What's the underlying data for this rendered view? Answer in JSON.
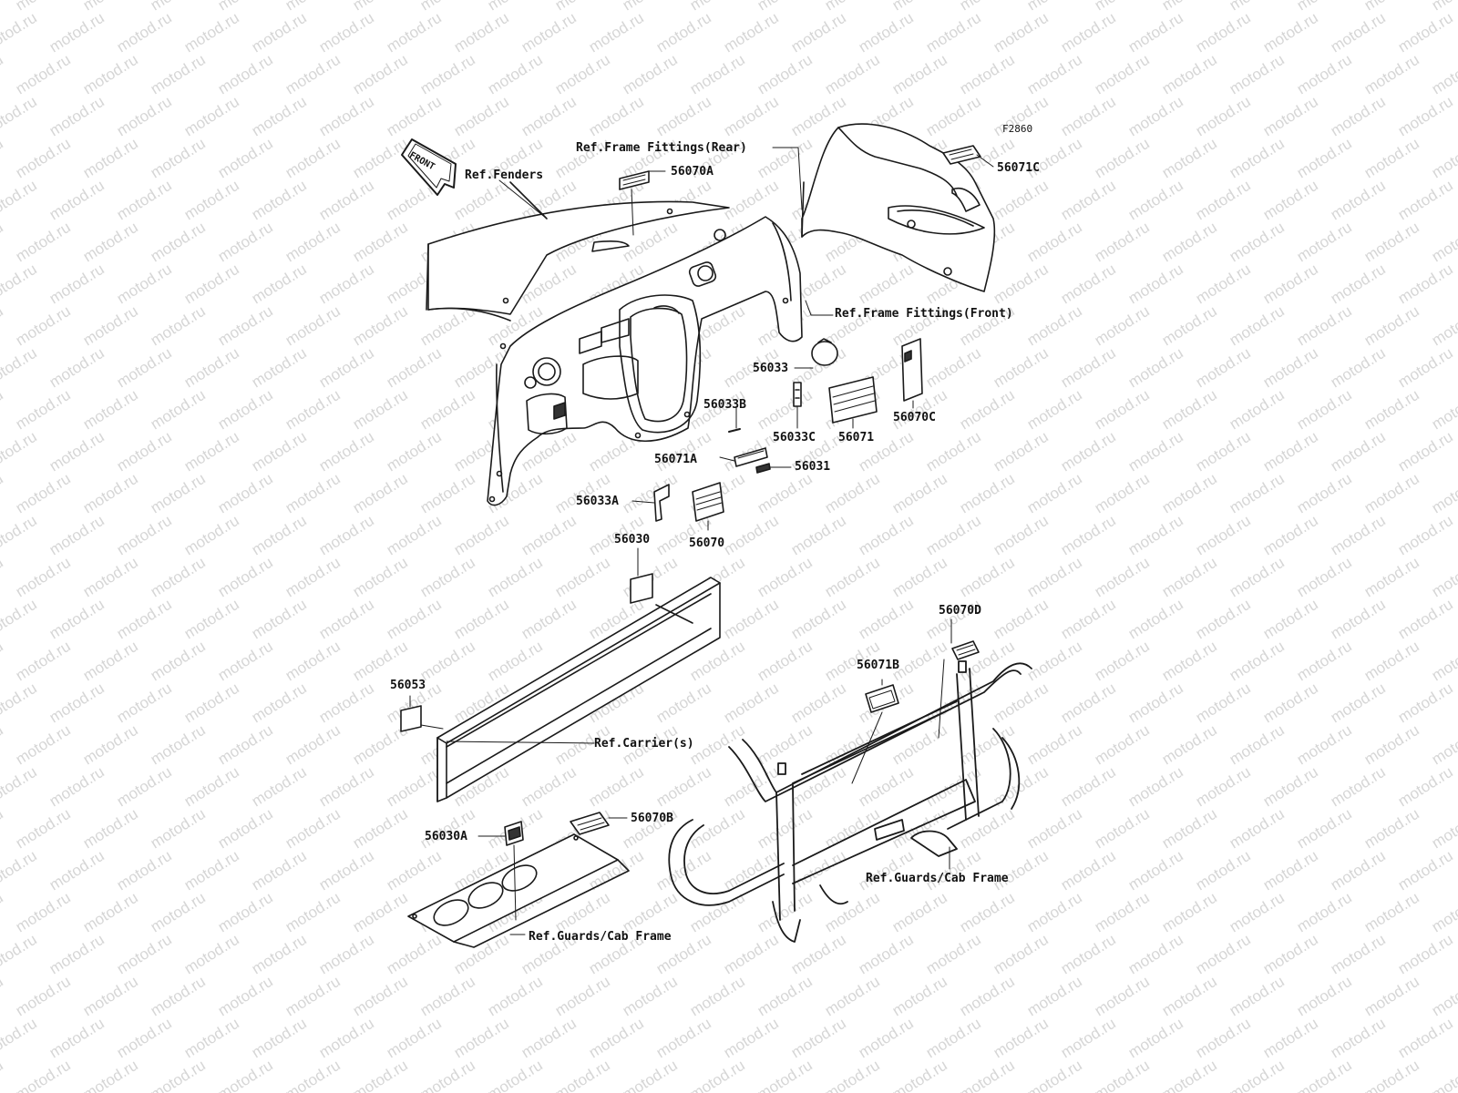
{
  "diagram_code": "F2860",
  "watermark": "motod.ru",
  "front_arrow": "FRONT",
  "labels": {
    "ref_fenders": "Ref.Fenders",
    "ref_frame_fittings_rear": "Ref.Frame Fittings(Rear)",
    "ref_frame_fittings_front": "Ref.Frame Fittings(Front)",
    "ref_carriers": "Ref.Carrier(s)",
    "ref_guards_cab_frame_right": "Ref.Guards/Cab Frame",
    "ref_guards_cab_frame_bottom": "Ref.Guards/Cab Frame"
  },
  "parts": {
    "p56070A": "56070A",
    "p56071C": "56071C",
    "p56033": "56033",
    "p56033B": "56033B",
    "p56033C": "56033C",
    "p56071": "56071",
    "p56070C": "56070C",
    "p56071A": "56071A",
    "p56031": "56031",
    "p56033A": "56033A",
    "p56070": "56070",
    "p56030": "56030",
    "p56053": "56053",
    "p56070D": "56070D",
    "p56071B": "56071B",
    "p56030A": "56030A",
    "p56070B": "56070B"
  }
}
